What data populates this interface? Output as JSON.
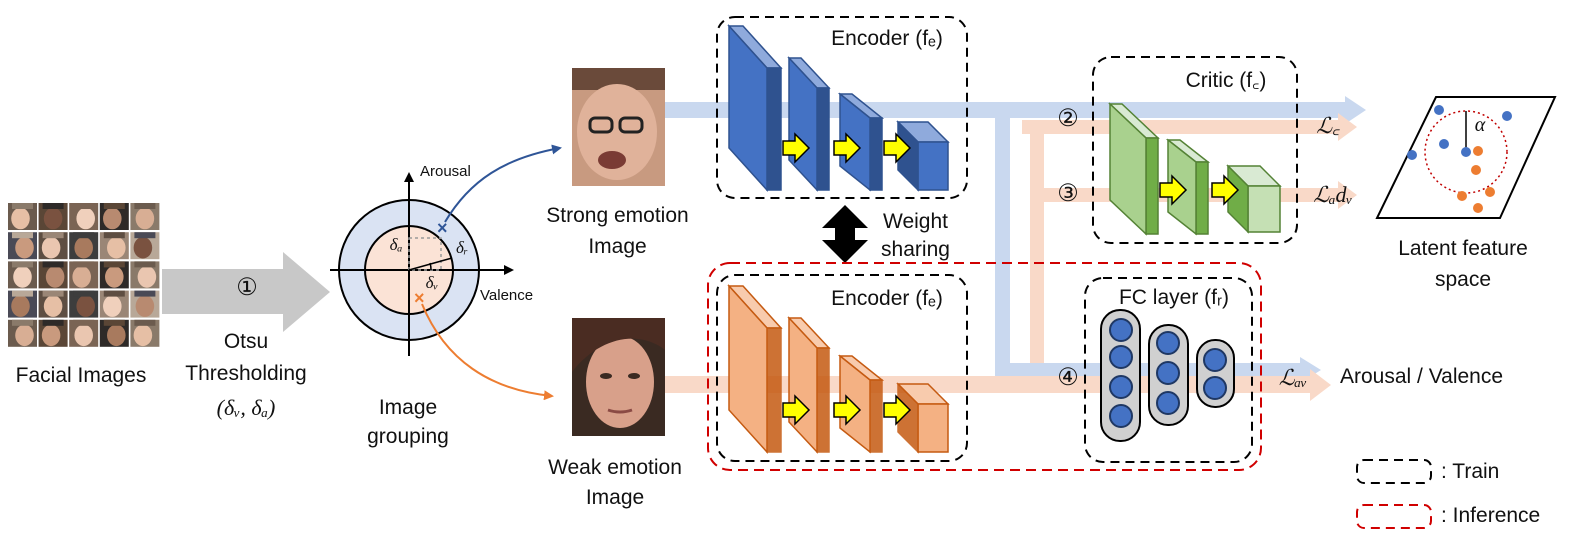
{
  "colors": {
    "blue_flow": "#c9d8ef",
    "orange_flow": "#f9d9c8",
    "gray_flow": "#c8c8c8",
    "encoder_blue": "#4472c4",
    "encoder_orange": "#f4b183",
    "critic_green": "#a9d18e",
    "train_box": "#000000",
    "inference_box": "#d00000",
    "node_blue": "#4472c4",
    "node_orange": "#ed7d31",
    "arrow_yellow": "#ffff00"
  },
  "input": {
    "label": "Facial Images"
  },
  "step1": {
    "marker": "①",
    "label_line1": "Otsu",
    "label_line2": "Thresholding",
    "label_math": "(δᵥ, δₐ)"
  },
  "grouping": {
    "arousal_label": "Arousal",
    "valence_label": "Valence",
    "delta_a": "δₐ",
    "delta_r": "δᵣ",
    "delta_v": "δᵥ",
    "label_line1": "Image",
    "label_line2": "grouping"
  },
  "strong_image": {
    "label_line1": "Strong emotion",
    "label_line2": "Image"
  },
  "weak_image": {
    "label_line1": "Weak emotion",
    "label_line2": "Image"
  },
  "encoder_top": {
    "label": "Encoder (fₑ)"
  },
  "encoder_bottom": {
    "label": "Encoder (fₑ)"
  },
  "weight_sharing": {
    "line1": "Weight",
    "line2": "sharing"
  },
  "critic": {
    "label": "Critic (f꜀)"
  },
  "fc_layer": {
    "label": "FC layer (fᵣ)"
  },
  "markers": {
    "two": "②",
    "three": "③",
    "four": "④"
  },
  "losses": {
    "lc": "ℒ꜀",
    "ladv": "ℒₐdᵥ",
    "lav": "ℒₐᵥ"
  },
  "latent": {
    "alpha": "α",
    "label_line1": "Latent feature",
    "label_line2": "space"
  },
  "output": {
    "label": "Arousal / Valence"
  },
  "legend": {
    "train": ": Train",
    "inference": ": Inference"
  }
}
